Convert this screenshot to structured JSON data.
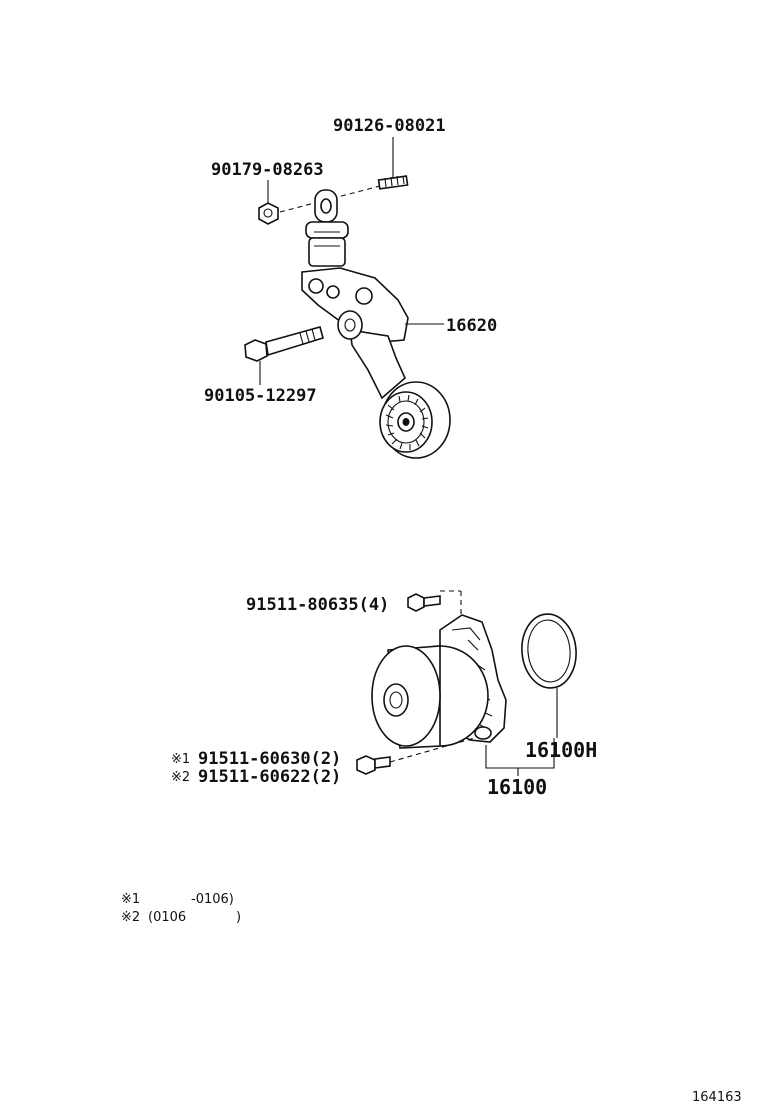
{
  "parts": {
    "stud_bolt": "90126-08021",
    "nut": "90179-08263",
    "tensioner_assy": "16620",
    "flange_bolt": "90105-12297",
    "pump_bolt": "91511-80635(4)",
    "pump_bolt_alt1": "91511-60630(2)",
    "pump_bolt_alt2": "91511-60622(2)",
    "gasket": "16100H",
    "water_pump": "16100"
  },
  "markers": {
    "alt1": "※1",
    "alt2": "※2"
  },
  "notes": {
    "note1_mark": "※1",
    "note1_text": "-0106)",
    "note2_mark": "※2",
    "note2_open": "(0106",
    "note2_close": ")"
  },
  "diagram_number": "164163"
}
